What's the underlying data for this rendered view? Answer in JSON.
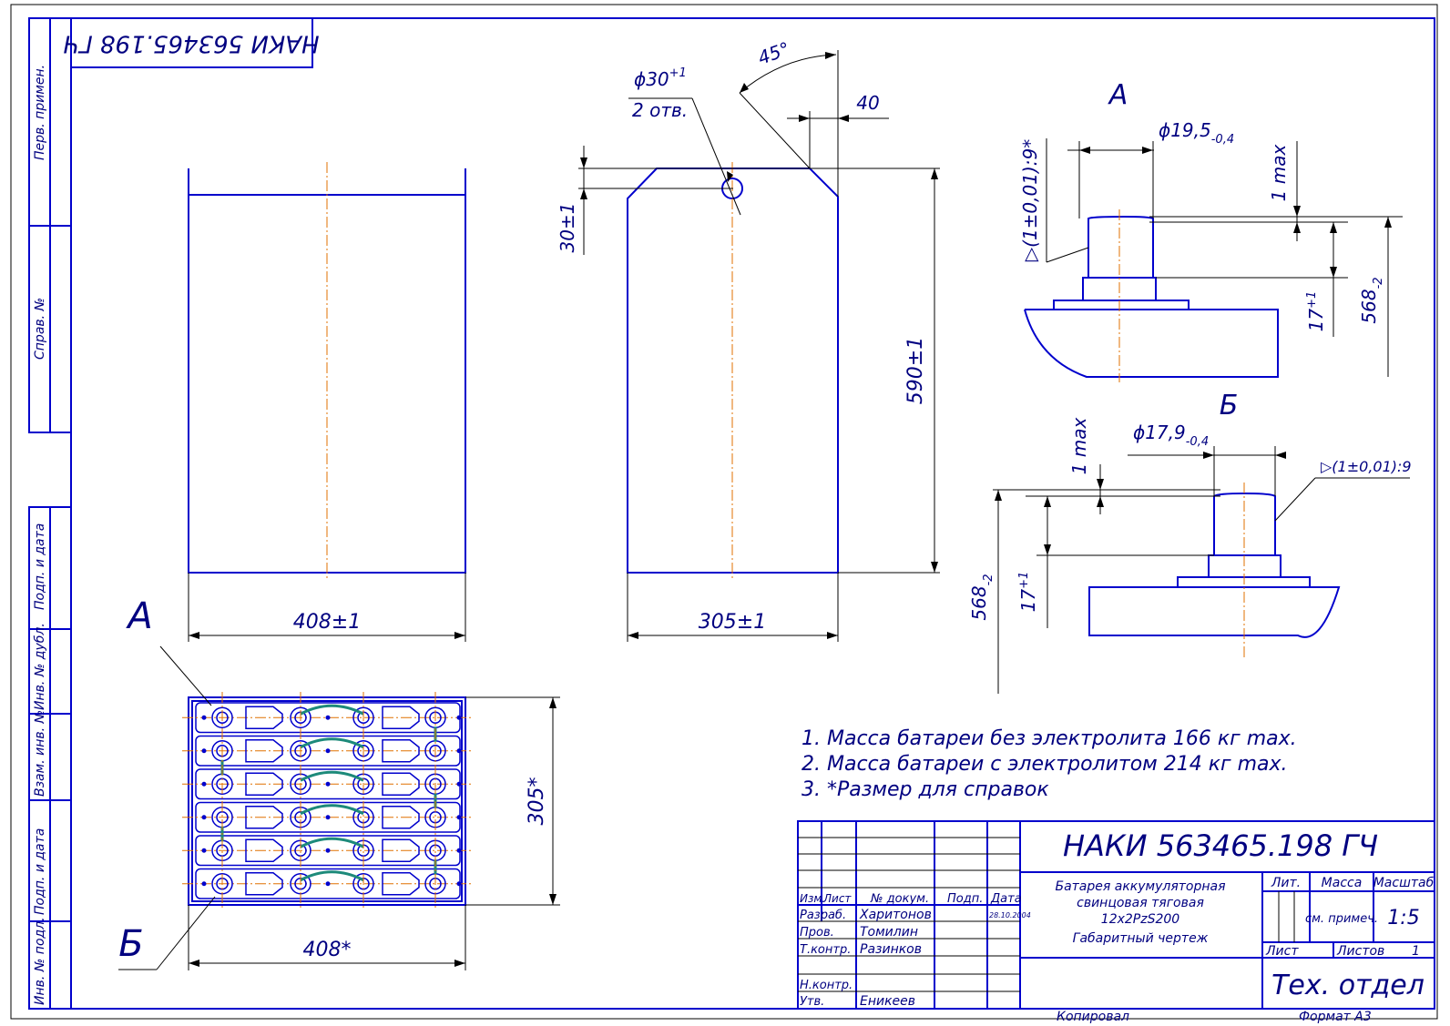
{
  "stamp": {
    "doc_number": "НАКИ 563465.198 ГЧ",
    "doc_number_rotated": "НАКИ 563465.198 ГЧ",
    "title_lines": [
      "Батарея аккумуляторная",
      "свинцовая тяговая",
      "12х2PzS200",
      "Габаритный чертеж"
    ],
    "col_headers": [
      "Изм.",
      "Лист",
      "№ докум.",
      "Подп.",
      "Дата"
    ],
    "rows": [
      {
        "role": "Разраб.",
        "name": "Харитонов",
        "date": "28.10.2004"
      },
      {
        "role": "Пров.",
        "name": "Томилин",
        "date": ""
      },
      {
        "role": "Т.контр.",
        "name": "Разинков",
        "date": ""
      },
      {
        "role": "Н.контр.",
        "name": "",
        "date": ""
      },
      {
        "role": "Утв.",
        "name": "Еникеев",
        "date": ""
      }
    ],
    "lit_label": "Лит.",
    "mass_label": "Масса",
    "scale_label": "Масштаб",
    "mass_value": "см. примеч.",
    "scale_value": "1:5",
    "sheet_label": "Лист",
    "sheets_label": "Листов",
    "sheets_value": "1",
    "org": "Тех. отдел",
    "copied": "Копировал",
    "format": "Формат А3"
  },
  "side_labels": [
    "Перв. примен.",
    "Справ. №",
    "Подп. и дата",
    "Инв. № дубл.",
    "Взам. инв. №",
    "Подп. и дата",
    "Инв. № подл."
  ],
  "dims": {
    "front_width": "408±1",
    "side_width": "305±1",
    "height": "590±1",
    "hole_offset": "30±1",
    "chamfer_angle": "45°",
    "chamfer_size": "40",
    "hole_dia": "ϕ30",
    "hole_dia_tol": "+1",
    "hole_count": "2 отв.",
    "plan_height": "305*",
    "plan_width": "408*"
  },
  "view_a": {
    "label": "А",
    "dia": "ϕ19,5",
    "dia_tol": "-0,4",
    "max": "1 max",
    "taper": "▷(1±0,01):9*",
    "h17": "17",
    "h17_tol": "+1",
    "h568": "568",
    "h568_tol": "-2"
  },
  "view_b": {
    "label": "Б",
    "dia": "ϕ17,9",
    "dia_tol": "-0,4",
    "max": "1 max",
    "taper": "▷(1±0,01):9",
    "h17": "17",
    "h17_tol": "+1",
    "h568": "568",
    "h568_tol": "-2"
  },
  "callouts": {
    "a": "А",
    "b": "Б"
  },
  "notes": [
    "1. Масса батареи без электролита 166 кг max.",
    "2. Масса батареи с электролитом 214 кг max.",
    "3.  *Размер для справок"
  ]
}
